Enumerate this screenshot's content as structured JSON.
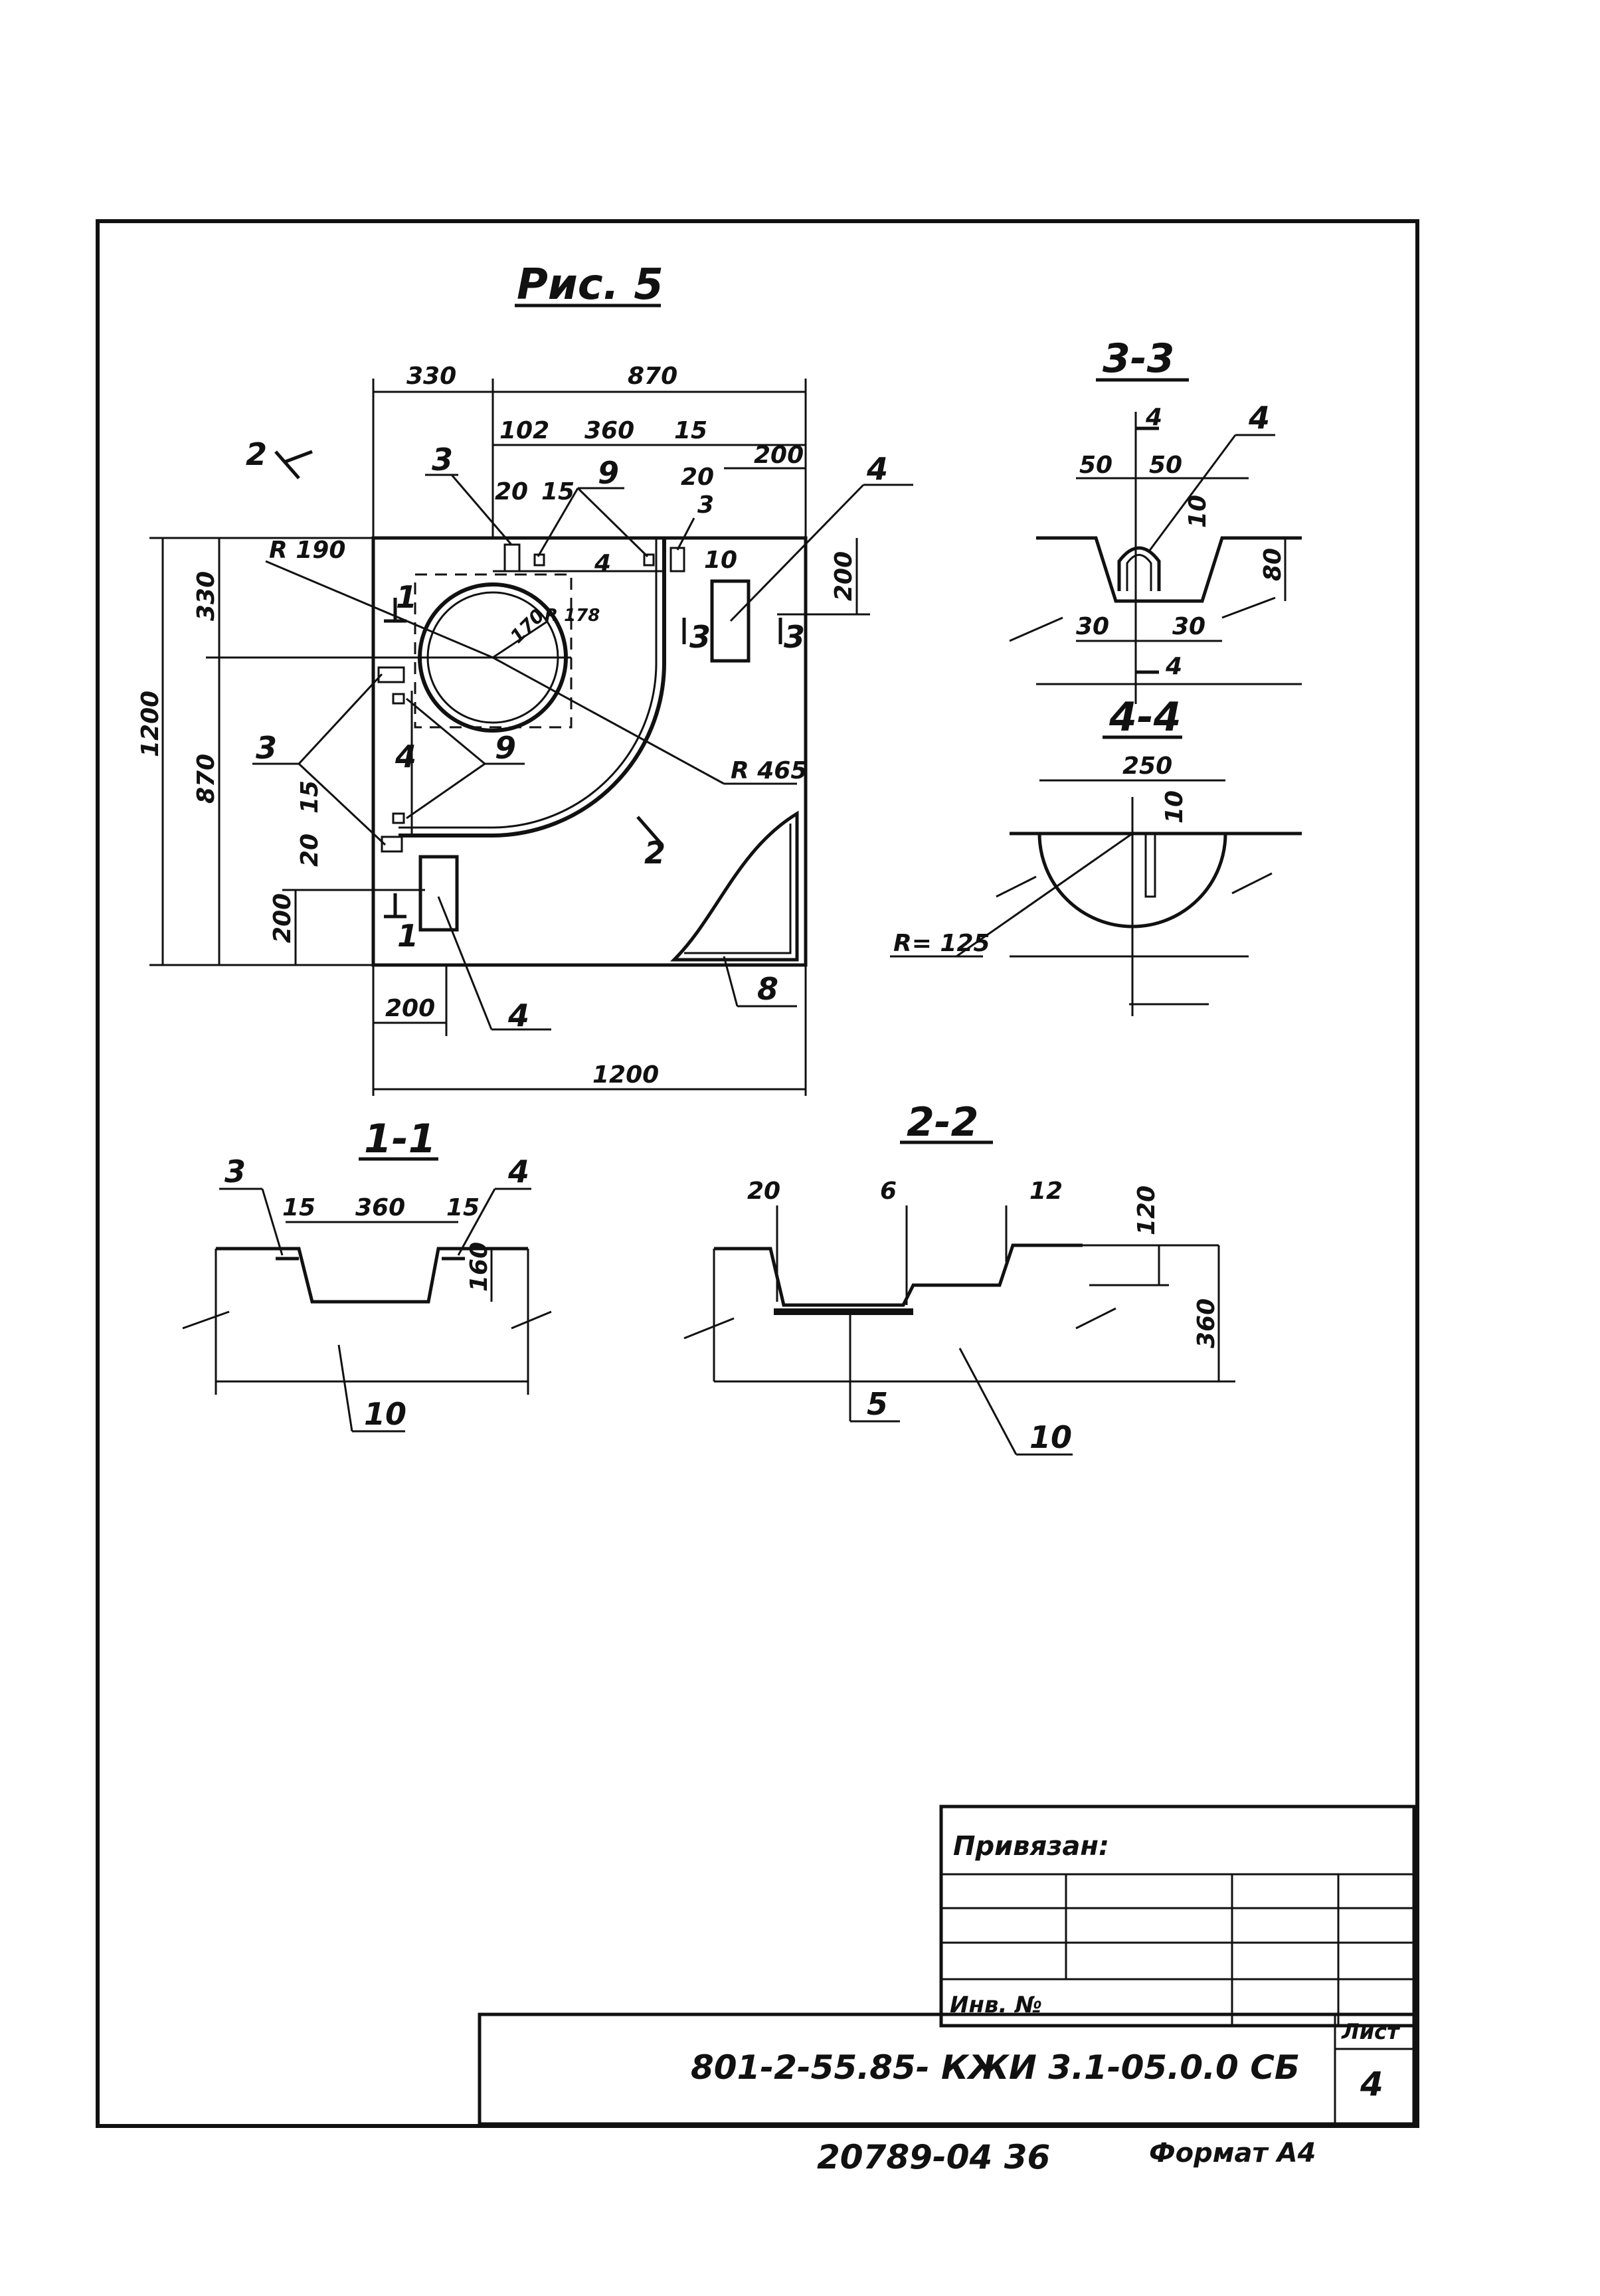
{
  "title": "Рис. 5",
  "sections": {
    "s11": "1-1",
    "s22": "2-2",
    "s33": "3-3",
    "s44": "4-4"
  },
  "plan": {
    "top_dims": [
      "330",
      "870"
    ],
    "sub_dims": [
      "102",
      "360",
      "15",
      "200"
    ],
    "small_dims": [
      "20",
      "15",
      "20",
      "10",
      "4"
    ],
    "left_dims": [
      "330",
      "870",
      "1200",
      "200"
    ],
    "right_dim": "200",
    "bottom_dims": [
      "200",
      "1200"
    ],
    "radius_190": "R 190",
    "radius_178": "R 178",
    "radius_465": "R 465",
    "r170": "170",
    "left_small": [
      "15",
      "20"
    ],
    "cut_marks": [
      "1",
      "1",
      "2",
      "2",
      "3",
      "3"
    ],
    "labels": [
      "3",
      "9",
      "3",
      "4",
      "3",
      "4",
      "9",
      "4",
      "8"
    ]
  },
  "section_33": {
    "dims": [
      "4",
      "50",
      "50",
      "10",
      "80",
      "30",
      "30",
      "4"
    ],
    "label": "4"
  },
  "section_44": {
    "dims": [
      "250",
      "10",
      "R= 125"
    ]
  },
  "section_11": {
    "dims": [
      "15",
      "360",
      "15",
      "160"
    ],
    "labels": [
      "3",
      "4",
      "10"
    ]
  },
  "section_22": {
    "dims": [
      "20",
      "6",
      "12",
      "120",
      "360"
    ],
    "labels": [
      "5",
      "10"
    ]
  },
  "title_block": {
    "linked": "Привязан:",
    "inv": "Инв. №",
    "code": "801-2-55.85- КЖИ 3.1-05.0.0 СБ",
    "sheet_label": "Лист",
    "sheet_num": "4"
  },
  "footer": {
    "number": "20789-04 36",
    "format": "Формат А4"
  }
}
